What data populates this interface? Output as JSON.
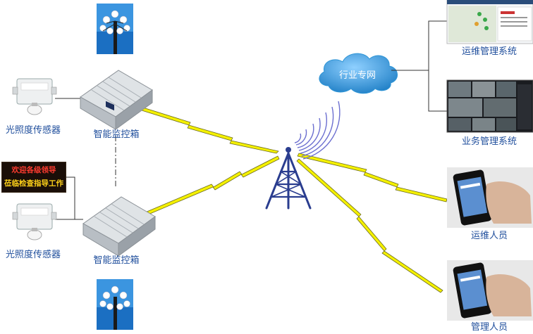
{
  "diagram": {
    "labels": {
      "sensor_top": "光照度传感器",
      "sensor_bottom": "光照度传感器",
      "box_top": "智能监控箱",
      "box_bottom": "智能监控箱",
      "cloud": "行业专网",
      "ops_system": "运维管理系统",
      "biz_system": "业务管理系统",
      "ops_person": "运维人员",
      "mgr_person": "管理人员"
    },
    "led_sign": {
      "line1": "欢迎各级领导",
      "line2": "莅临检查指导工作"
    },
    "colors": {
      "label": "#1f4e9c",
      "lightning": "#f4f000",
      "lightning_outline": "#6a6a20",
      "tower": "#2a3d8f",
      "cloud": "#2f95d6",
      "connector": "#333333"
    },
    "icons": {
      "street_lamp": "street-lamp-icon",
      "sensor": "light-sensor-icon",
      "control_box": "control-box-icon",
      "tower": "radio-tower-icon",
      "cloud": "cloud-icon",
      "monitor": "monitor-screenshot-icon",
      "phone": "smartphone-hand-icon"
    }
  }
}
